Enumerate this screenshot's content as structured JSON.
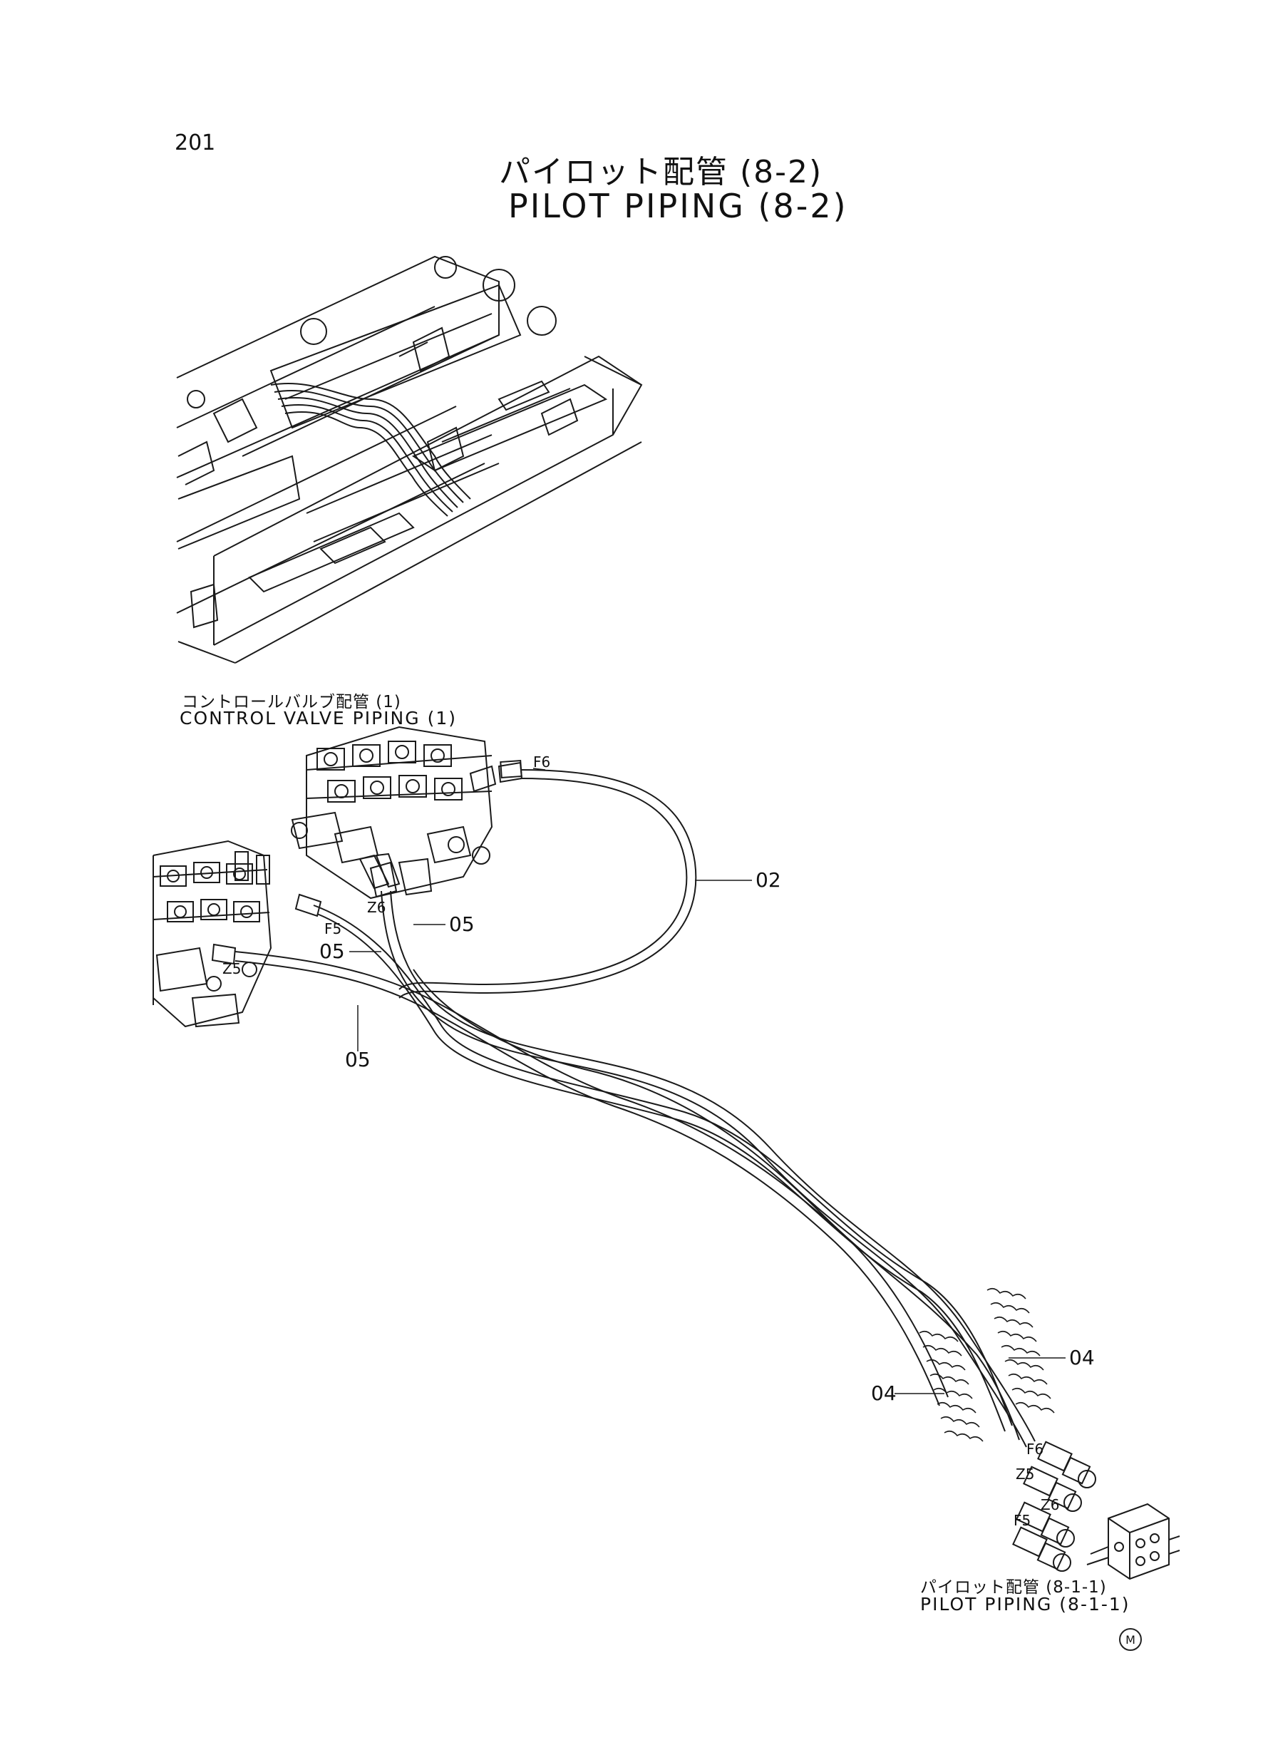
{
  "page": {
    "number": "201",
    "maker_mark": "M"
  },
  "title": {
    "japanese": "パイロット配管 (8-2)",
    "english": "PILOT PIPING (8-2)"
  },
  "references": {
    "control_valve": {
      "japanese": "コントロールバルブ配管 (1)",
      "english": "CONTROL VALVE PIPING (1)"
    },
    "pilot_piping": {
      "japanese": "パイロット配管 (8-1-1)",
      "english": "PILOT PIPING (8-1-1)"
    }
  },
  "callouts": {
    "c02": "02",
    "c04_right": "04",
    "c04_left": "04",
    "c05_a": "05",
    "c05_b": "05",
    "c05_c": "05"
  },
  "ports": {
    "f6_top": "F6",
    "z6_top": "Z6",
    "f5_top": "F5",
    "z5_top": "Z5",
    "f6_bottom": "F6",
    "z5_bottom": "Z5",
    "z6_bottom": "Z6",
    "f5_bottom": "F5"
  }
}
